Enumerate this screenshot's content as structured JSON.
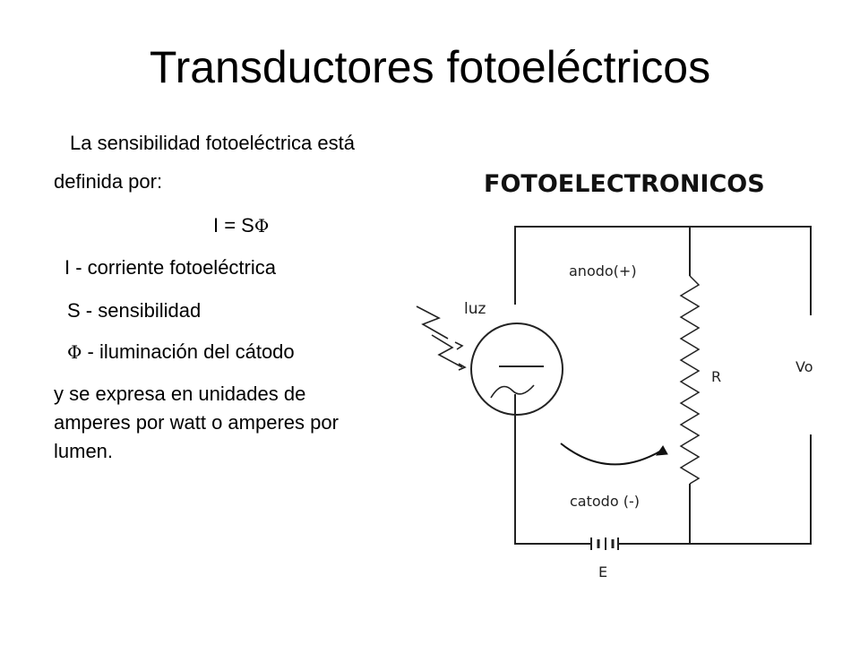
{
  "slide": {
    "title": "Transductores fotoeléctricos",
    "intro_line1": "La sensibilidad fotoeléctrica está",
    "intro_line2": "definida por:",
    "formula": "I = S",
    "phi_symbol": "Φ",
    "def_i": "I  - corriente fotoeléctrica",
    "def_s": "S - sensibilidad",
    "def_phi": " - iluminación del cátodo",
    "outro_line1": "y se expresa en unidades de",
    "outro_line2": "amperes por watt o amperes por",
    "outro_line3": "lumen."
  },
  "diagram": {
    "heading": "FOTOELECTRONICOS",
    "anode_label": "anodo(+)",
    "cathode_label": "catodo (-)",
    "light_label": "luz",
    "resistor_label": "R",
    "output_label": "Vo",
    "battery_label": "E"
  }
}
